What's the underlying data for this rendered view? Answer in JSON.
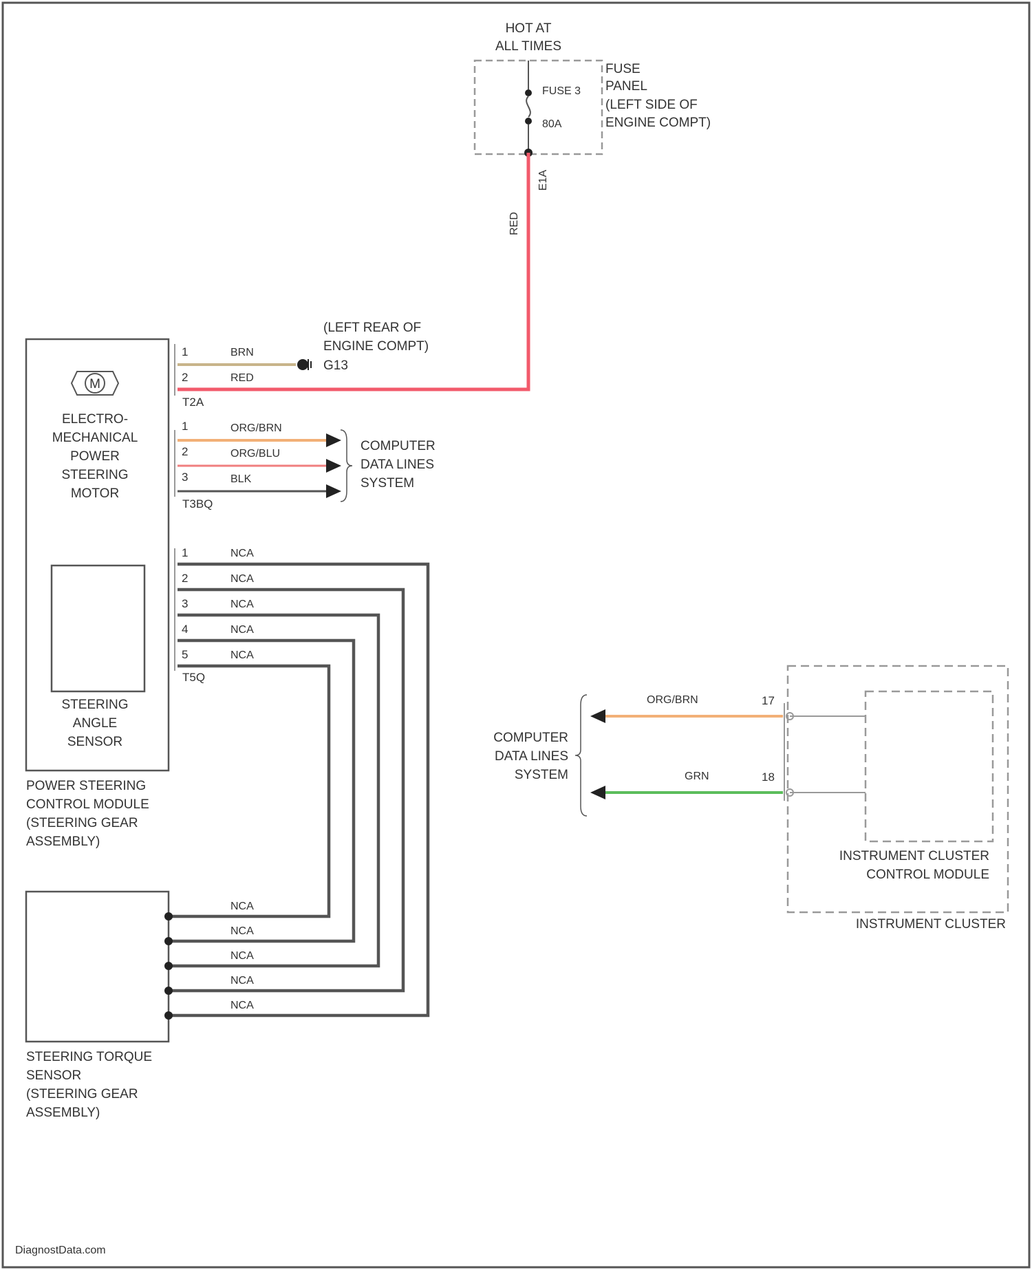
{
  "colors": {
    "red": "#f25a6b",
    "brn": "#c8b48a",
    "org_brn": "#f2b077",
    "org_blu": "#f07f7f",
    "blk": "#555555",
    "nca": "#555555",
    "grn": "#5cbd5c",
    "gray": "#999999"
  },
  "power": {
    "hot_label_1": "HOT AT",
    "hot_label_2": "ALL TIMES",
    "fuse_label": "FUSE 3",
    "fuse_rating": "80A",
    "panel_1": "FUSE",
    "panel_2": "PANEL",
    "panel_3": "(LEFT SIDE OF",
    "panel_4": "ENGINE COMPT)",
    "wire_color": "RED",
    "wire_circuit": "E1A"
  },
  "ground": {
    "loc_1": "(LEFT REAR OF",
    "loc_2": "ENGINE COMPT)",
    "id": "G13"
  },
  "pscm": {
    "motor_icon": "M",
    "motor_1": "ELECTRO-",
    "motor_2": "MECHANICAL",
    "motor_3": "POWER",
    "motor_4": "STEERING",
    "motor_5": "MOTOR",
    "angle_1": "STEERING",
    "angle_2": "ANGLE",
    "angle_3": "SENSOR",
    "module_1": "POWER STEERING",
    "module_2": "CONTROL MODULE",
    "module_3": "(STEERING GEAR",
    "module_4": "ASSEMBLY)"
  },
  "connector_t2a": {
    "name": "T2A",
    "pins": [
      {
        "num": "1",
        "color": "BRN"
      },
      {
        "num": "2",
        "color": "RED"
      }
    ]
  },
  "connector_t3bq": {
    "name": "T3BQ",
    "pins": [
      {
        "num": "1",
        "color": "ORG/BRN"
      },
      {
        "num": "2",
        "color": "ORG/BLU"
      },
      {
        "num": "3",
        "color": "BLK"
      }
    ],
    "dest_1": "COMPUTER",
    "dest_2": "DATA LINES",
    "dest_3": "SYSTEM"
  },
  "connector_t5q": {
    "name": "T5Q",
    "pins": [
      {
        "num": "1",
        "color": "NCA"
      },
      {
        "num": "2",
        "color": "NCA"
      },
      {
        "num": "3",
        "color": "NCA"
      },
      {
        "num": "4",
        "color": "NCA"
      },
      {
        "num": "5",
        "color": "NCA"
      }
    ]
  },
  "torque": {
    "wires": [
      "NCA",
      "NCA",
      "NCA",
      "NCA",
      "NCA"
    ],
    "label_1": "STEERING TORQUE",
    "label_2": "SENSOR",
    "label_3": "(STEERING GEAR",
    "label_4": "ASSEMBLY)"
  },
  "cluster": {
    "wires": [
      {
        "color": "ORG/BRN",
        "pin": "17"
      },
      {
        "color": "GRN",
        "pin": "18"
      }
    ],
    "dest_1": "COMPUTER",
    "dest_2": "DATA LINES",
    "dest_3": "SYSTEM",
    "module_1": "INSTRUMENT CLUSTER",
    "module_2": "CONTROL MODULE",
    "cluster_label": "INSTRUMENT CLUSTER"
  },
  "footer": {
    "watermark": "DiagnostData.com"
  }
}
